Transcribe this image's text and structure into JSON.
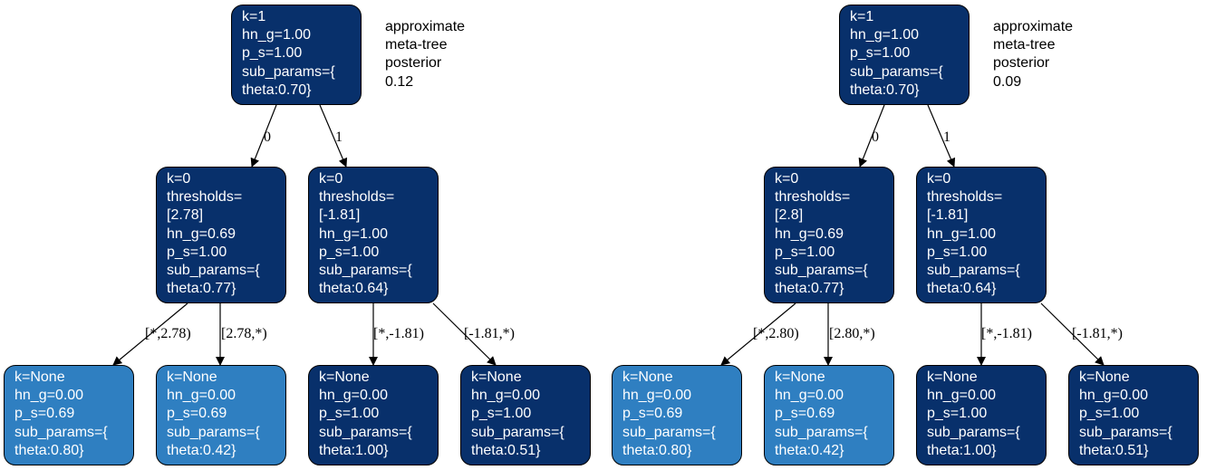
{
  "colors": {
    "dark_node": "#08306b",
    "light_node": "#2f7fc1",
    "border": "#000000",
    "edge": "#000000",
    "node_text": "#ffffff",
    "caption_text": "#000000"
  },
  "trees": [
    {
      "caption": [
        "approximate",
        "meta-tree",
        "posterior",
        "0.12"
      ],
      "root": {
        "lines": [
          "k=1",
          "hn_g=1.00",
          "p_s=1.00",
          "sub_params={",
          "theta:0.70}"
        ],
        "shade": "dark"
      },
      "children": [
        {
          "edge_label": "0",
          "lines": [
            "k=0",
            "thresholds=",
            "[2.78]",
            "hn_g=0.69",
            "p_s=1.00",
            "sub_params={",
            "theta:0.77}"
          ],
          "shade": "dark",
          "children": [
            {
              "edge_label": "[*,2.78)",
              "lines": [
                "k=None",
                "hn_g=0.00",
                "p_s=0.69",
                "sub_params={",
                "theta:0.80}"
              ],
              "shade": "light"
            },
            {
              "edge_label": "[2.78,*)",
              "lines": [
                "k=None",
                "hn_g=0.00",
                "p_s=0.69",
                "sub_params={",
                "theta:0.42}"
              ],
              "shade": "light"
            }
          ]
        },
        {
          "edge_label": "1",
          "lines": [
            "k=0",
            "thresholds=",
            "[-1.81]",
            "hn_g=1.00",
            "p_s=1.00",
            "sub_params={",
            "theta:0.64}"
          ],
          "shade": "dark",
          "children": [
            {
              "edge_label": "[*,-1.81)",
              "lines": [
                "k=None",
                "hn_g=0.00",
                "p_s=1.00",
                "sub_params={",
                "theta:1.00}"
              ],
              "shade": "dark"
            },
            {
              "edge_label": "[-1.81,*)",
              "lines": [
                "k=None",
                "hn_g=0.00",
                "p_s=1.00",
                "sub_params={",
                "theta:0.51}"
              ],
              "shade": "dark"
            }
          ]
        }
      ]
    },
    {
      "caption": [
        "approximate",
        "meta-tree",
        "posterior",
        "0.09"
      ],
      "root": {
        "lines": [
          "k=1",
          "hn_g=1.00",
          "p_s=1.00",
          "sub_params={",
          "theta:0.70}"
        ],
        "shade": "dark"
      },
      "children": [
        {
          "edge_label": "0",
          "lines": [
            "k=0",
            "thresholds=",
            "[2.8]",
            "hn_g=0.69",
            "p_s=1.00",
            "sub_params={",
            "theta:0.77}"
          ],
          "shade": "dark",
          "children": [
            {
              "edge_label": "[*,2.80)",
              "lines": [
                "k=None",
                "hn_g=0.00",
                "p_s=0.69",
                "sub_params={",
                "theta:0.80}"
              ],
              "shade": "light"
            },
            {
              "edge_label": "[2.80,*)",
              "lines": [
                "k=None",
                "hn_g=0.00",
                "p_s=0.69",
                "sub_params={",
                "theta:0.42}"
              ],
              "shade": "light"
            }
          ]
        },
        {
          "edge_label": "1",
          "lines": [
            "k=0",
            "thresholds=",
            "[-1.81]",
            "hn_g=1.00",
            "p_s=1.00",
            "sub_params={",
            "theta:0.64}"
          ],
          "shade": "dark",
          "children": [
            {
              "edge_label": "[*,-1.81)",
              "lines": [
                "k=None",
                "hn_g=0.00",
                "p_s=1.00",
                "sub_params={",
                "theta:1.00}"
              ],
              "shade": "dark"
            },
            {
              "edge_label": "[-1.81,*)",
              "lines": [
                "k=None",
                "hn_g=0.00",
                "p_s=1.00",
                "sub_params={",
                "theta:0.51}"
              ],
              "shade": "dark"
            }
          ]
        }
      ]
    }
  ]
}
